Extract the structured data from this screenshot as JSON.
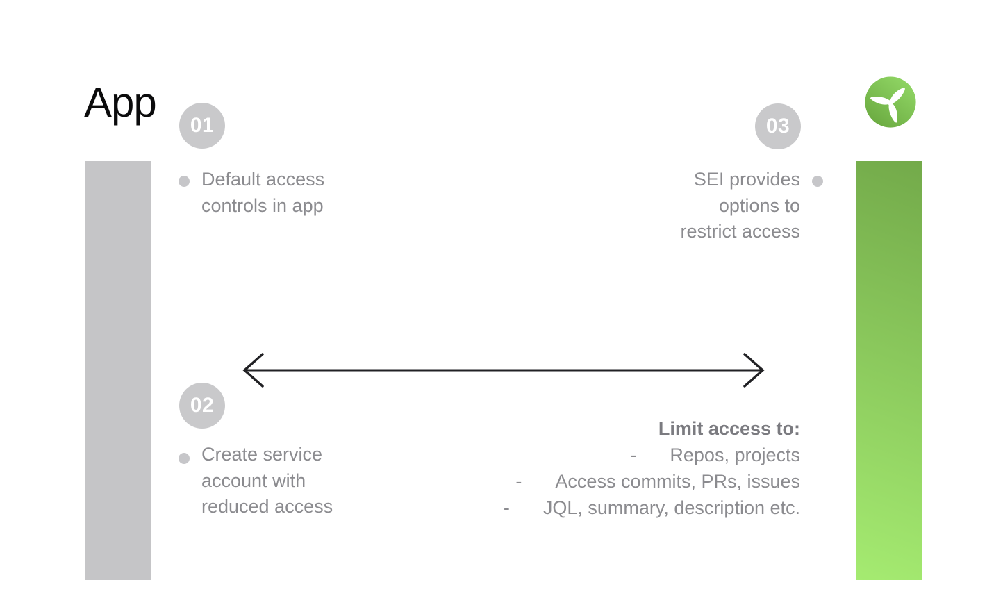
{
  "title": "App",
  "logo": {
    "icon": "propeller-icon"
  },
  "steps": [
    {
      "number": "01",
      "lines": [
        "Default access",
        "controls in app"
      ]
    },
    {
      "number": "02",
      "lines": [
        "Create service",
        "account with",
        "reduced access"
      ]
    },
    {
      "number": "03",
      "lines": [
        "SEI provides",
        "options to",
        "restrict access"
      ]
    }
  ],
  "limit": {
    "heading": "Limit access to:",
    "dash": "-",
    "items": [
      "Repos, projects",
      "Access commits, PRs, issues",
      "JQL, summary, description etc."
    ]
  },
  "colors": {
    "bar_gray": "#c5c5c7",
    "green_gradient_top": "#73aa4a",
    "green_gradient_bottom": "#a5eb71",
    "logo_green_light": "#93d967",
    "logo_green_dark": "#69a83f",
    "text_gray": "#8b8b8f",
    "heading_gray": "#7b7b80",
    "circle_gray": "#c9c9cb",
    "arrow_black": "#212124",
    "title_black": "#0b0b0c"
  }
}
